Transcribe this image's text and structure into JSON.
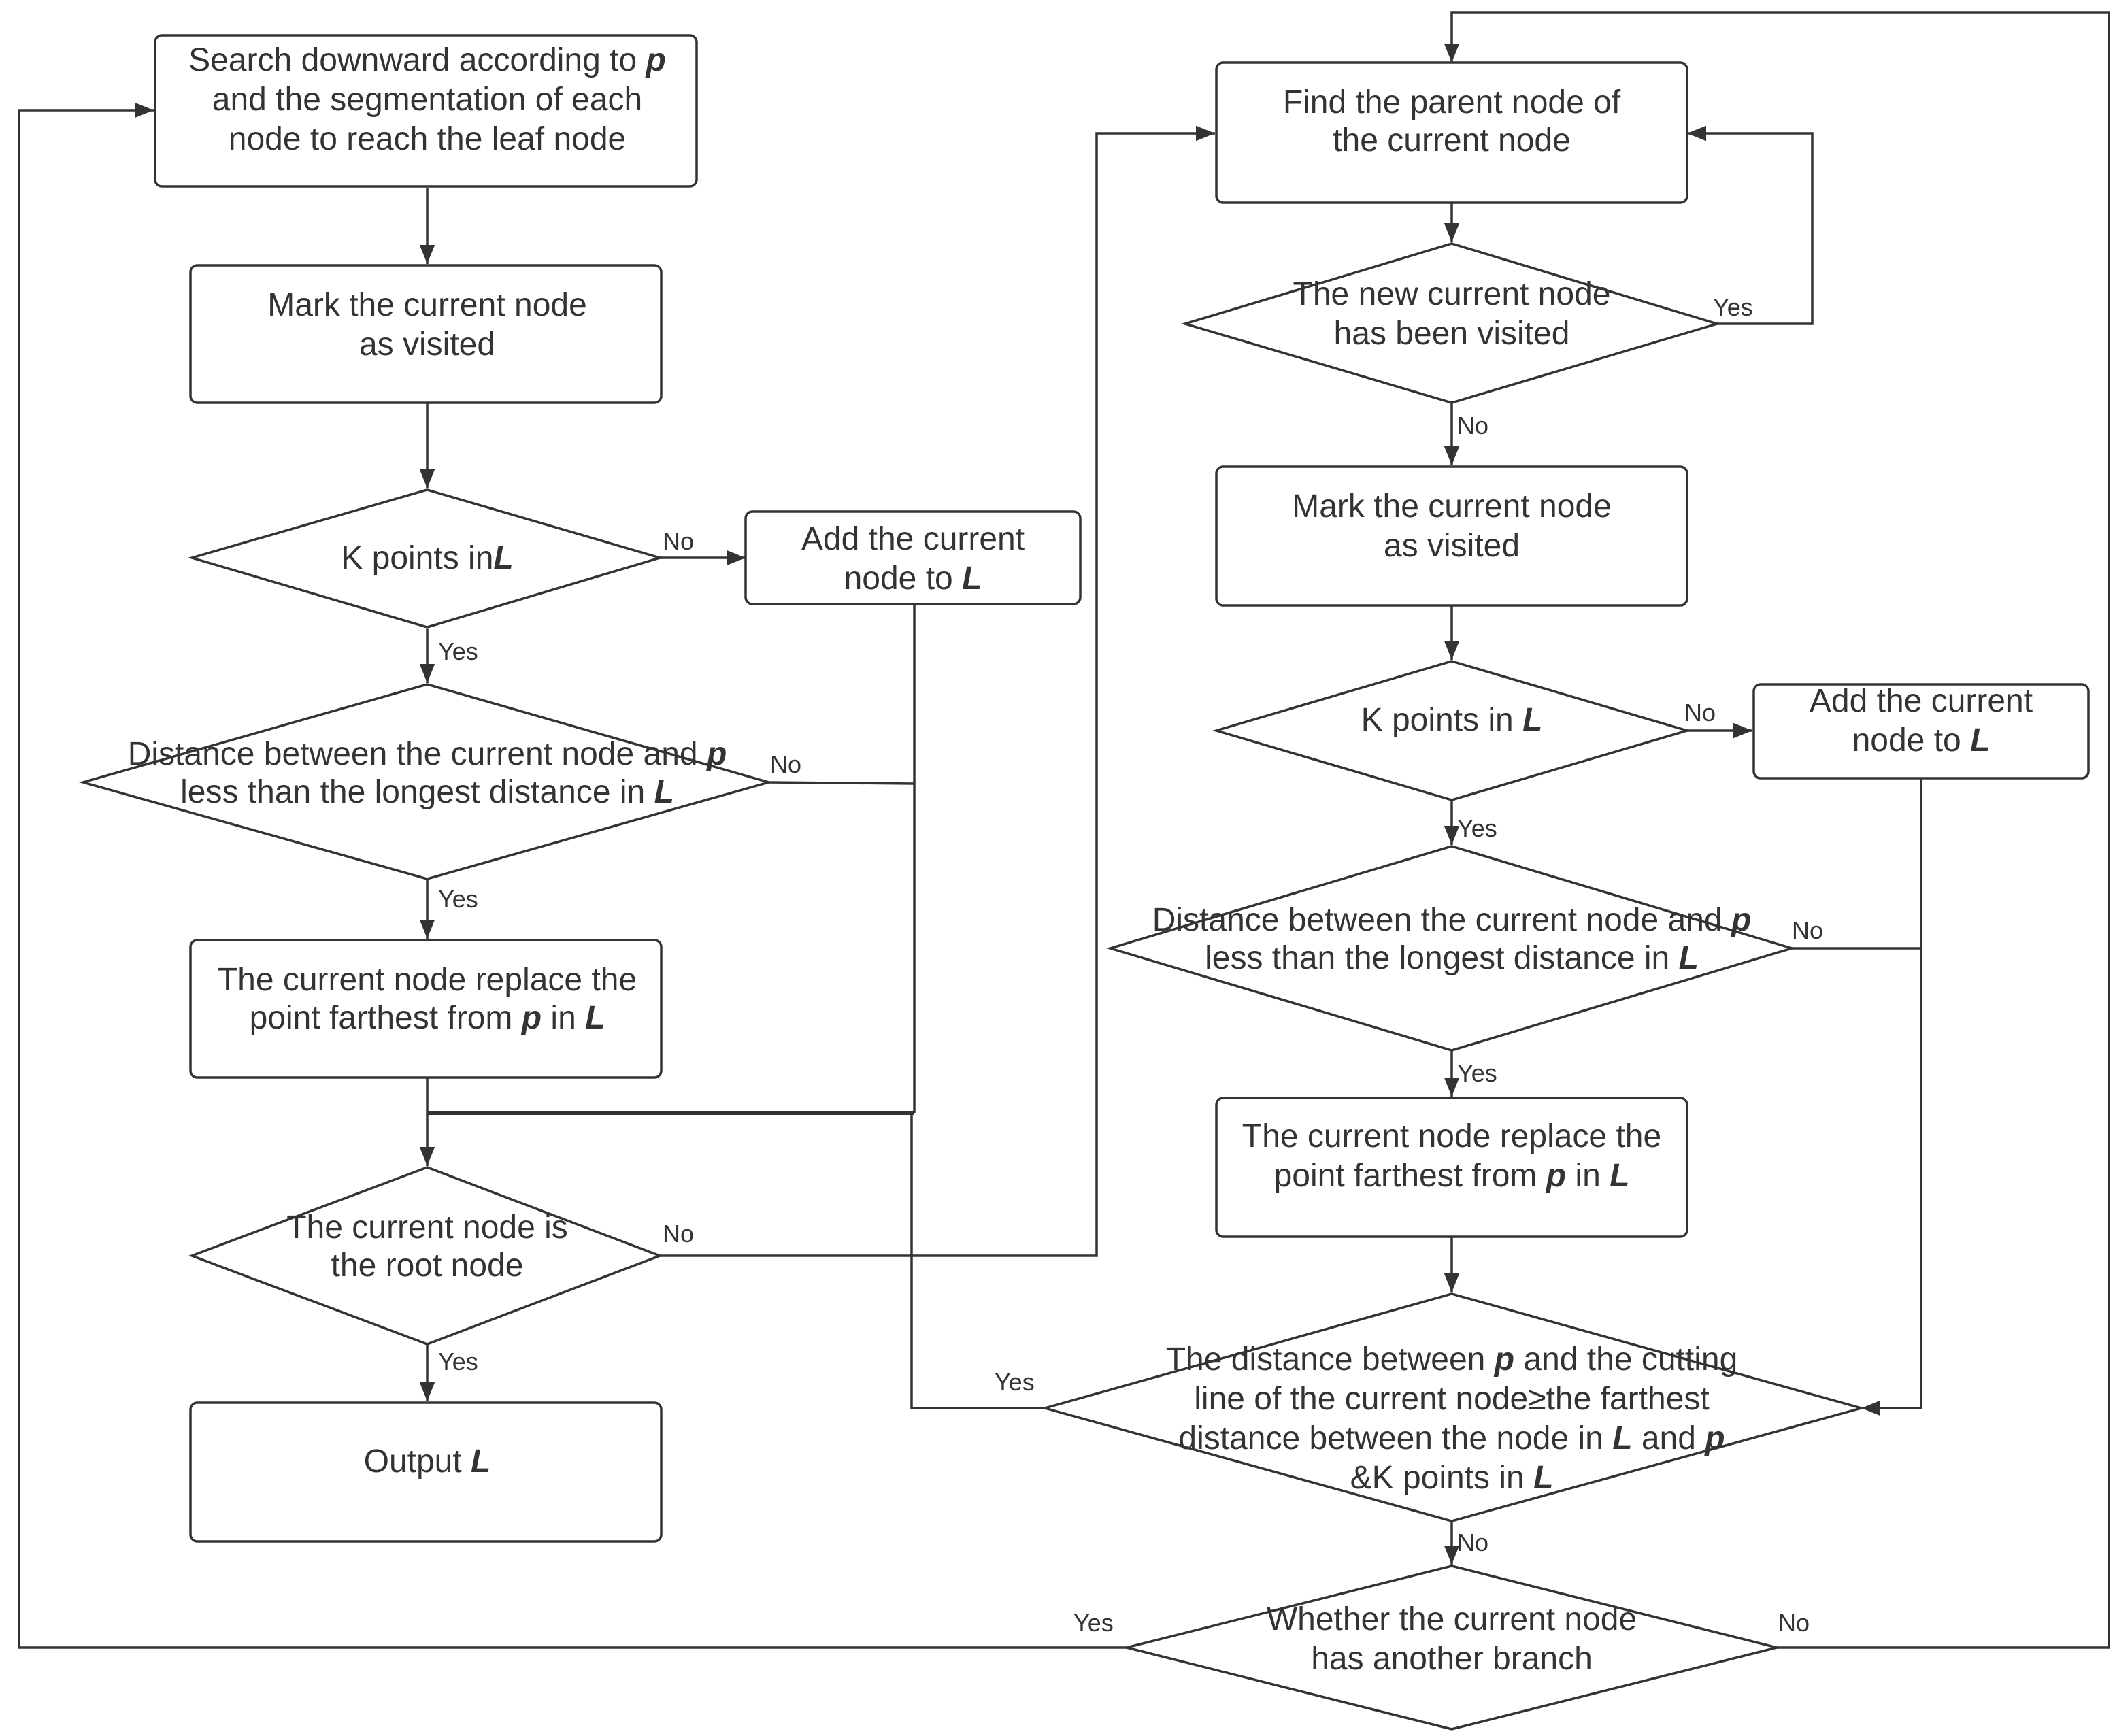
{
  "nodes": {
    "search_downward": {
      "lines": [
        [
          {
            "t": "Search downward according to "
          },
          {
            "t": "p",
            "v": true
          }
        ],
        [
          {
            "t": "and the segmentation of each"
          }
        ],
        [
          {
            "t": "node to reach the leaf node"
          }
        ]
      ]
    },
    "mark_visited_left": {
      "lines": [
        [
          {
            "t": "Mark the current node"
          }
        ],
        [
          {
            "t": "as visited"
          }
        ]
      ]
    },
    "k_points_left": {
      "lines": [
        [
          {
            "t": "K points in"
          },
          {
            "t": "L",
            "v": true
          }
        ]
      ]
    },
    "add_current_left": {
      "lines": [
        [
          {
            "t": "Add the current"
          }
        ],
        [
          {
            "t": "node to "
          },
          {
            "t": "L",
            "v": true
          }
        ]
      ]
    },
    "distance_left": {
      "lines": [
        [
          {
            "t": "Distance between the current node and "
          },
          {
            "t": "p",
            "v": true
          }
        ],
        [
          {
            "t": "less than the longest distance in "
          },
          {
            "t": "L",
            "v": true
          }
        ]
      ]
    },
    "replace_left": {
      "lines": [
        [
          {
            "t": "The current node replace the"
          }
        ],
        [
          {
            "t": "point farthest from "
          },
          {
            "t": "p",
            "v": true
          },
          {
            "t": " in "
          },
          {
            "t": "L",
            "v": true
          }
        ]
      ]
    },
    "is_root": {
      "lines": [
        [
          {
            "t": "The current node is"
          }
        ],
        [
          {
            "t": "the root node"
          }
        ]
      ]
    },
    "output": {
      "lines": [
        [
          {
            "t": "Output "
          },
          {
            "t": "L",
            "v": true
          }
        ]
      ]
    },
    "find_parent": {
      "lines": [
        [
          {
            "t": "Find the parent node of"
          }
        ],
        [
          {
            "t": "the current node"
          }
        ]
      ]
    },
    "new_visited": {
      "lines": [
        [
          {
            "t": "The new current node"
          }
        ],
        [
          {
            "t": "has been visited"
          }
        ]
      ]
    },
    "mark_visited_right": {
      "lines": [
        [
          {
            "t": "Mark the current node"
          }
        ],
        [
          {
            "t": "as visited"
          }
        ]
      ]
    },
    "k_points_right": {
      "lines": [
        [
          {
            "t": "K points in "
          },
          {
            "t": "L",
            "v": true
          }
        ]
      ]
    },
    "add_current_right": {
      "lines": [
        [
          {
            "t": "Add the current"
          }
        ],
        [
          {
            "t": "node to "
          },
          {
            "t": "L",
            "v": true
          }
        ]
      ]
    },
    "distance_right": {
      "lines": [
        [
          {
            "t": "Distance between the current node and "
          },
          {
            "t": "p",
            "v": true
          }
        ],
        [
          {
            "t": "less than the longest distance in "
          },
          {
            "t": "L",
            "v": true
          }
        ]
      ]
    },
    "replace_right": {
      "lines": [
        [
          {
            "t": "The current node replace the"
          }
        ],
        [
          {
            "t": "point farthest from "
          },
          {
            "t": "p",
            "v": true
          },
          {
            "t": " in "
          },
          {
            "t": "L",
            "v": true
          }
        ]
      ]
    },
    "cutting_line": {
      "lines": [
        [
          {
            "t": "The distance between "
          },
          {
            "t": "p",
            "v": true
          },
          {
            "t": " and the cutting"
          }
        ],
        [
          {
            "t": "line of the current node≥the farthest"
          }
        ],
        [
          {
            "t": "distance between the node in "
          },
          {
            "t": "L",
            "v": true
          },
          {
            "t": " and "
          },
          {
            "t": "p",
            "v": true
          }
        ],
        [
          {
            "t": "&K points in "
          },
          {
            "t": "L",
            "v": true
          }
        ]
      ]
    },
    "another_branch": {
      "lines": [
        [
          {
            "t": "Whether the current node"
          }
        ],
        [
          {
            "t": "has another branch"
          }
        ]
      ]
    }
  },
  "edge_labels": {
    "k_left_no": "No",
    "k_left_yes": "Yes",
    "dist_left_no": "No",
    "dist_left_yes": "Yes",
    "root_no": "No",
    "root_yes": "Yes",
    "visited_yes": "Yes",
    "visited_no": "No",
    "k_right_no": "No",
    "k_right_yes": "Yes",
    "dist_right_no": "No",
    "dist_right_yes": "Yes",
    "cut_yes": "Yes",
    "cut_no": "No",
    "branch_yes": "Yes",
    "branch_no": "No"
  }
}
